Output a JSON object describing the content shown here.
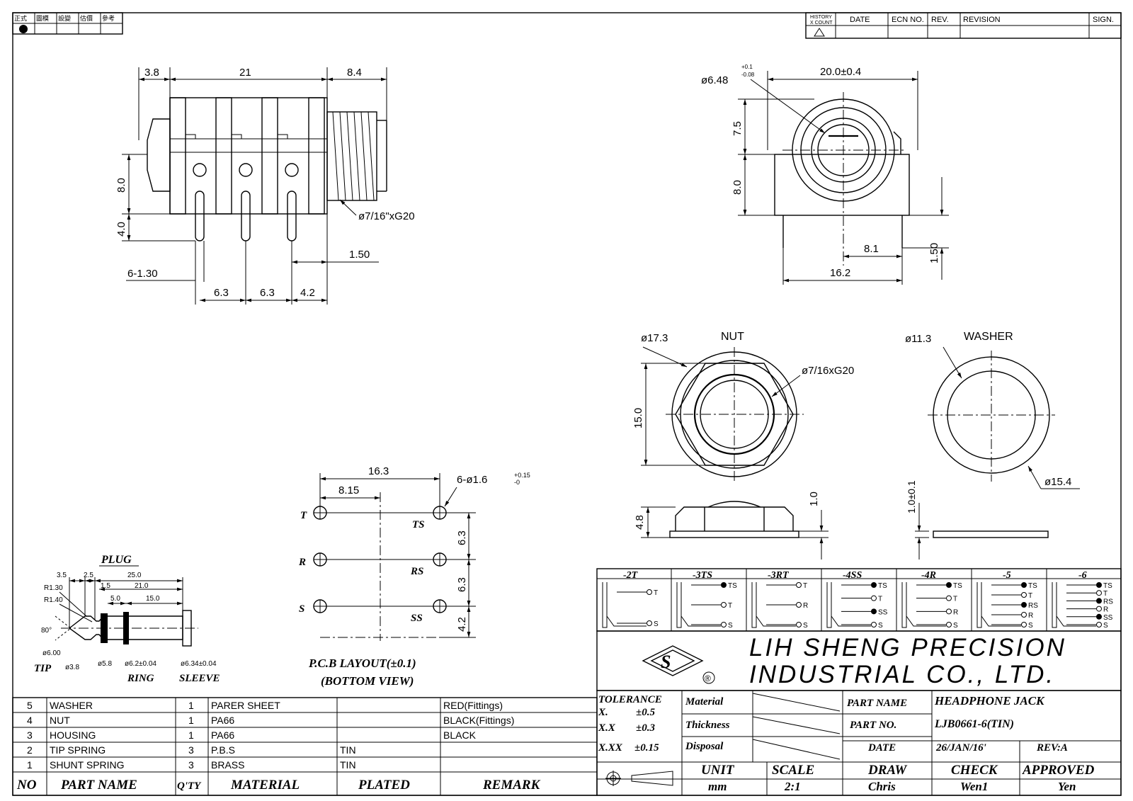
{
  "approval_stamp": [
    "正式",
    "圖模",
    "設變",
    "估價",
    "參考"
  ],
  "revision_header": {
    "history": "HISTORY",
    "xcount": "X COUNT",
    "date": "DATE",
    "ecn": "ECN NO.",
    "rev": "REV.",
    "revision": "REVISION",
    "sign": "SIGN."
  },
  "side_view": {
    "dims_top": [
      "3.8",
      "21",
      "8.4"
    ],
    "dims_left": [
      "8.0",
      "4.0"
    ],
    "thread": "ø7/16\"xG20",
    "pin_dia": "6-1.30",
    "offset": "1.50",
    "dims_bottom": [
      "6.3",
      "6.3",
      "4.2"
    ]
  },
  "front_view": {
    "bore": "ø6.48",
    "bore_tol_plus": "+0.1",
    "bore_tol_minus": "-0.08",
    "width": "20.0±0.4",
    "height_upper": "7.5",
    "height_lower": "8.0",
    "half_span": "8.1",
    "span": "16.2",
    "pin_len": "1.50"
  },
  "nut": {
    "title": "NUT",
    "dia": "ø17.3",
    "thread": "ø7/16xG20",
    "flats": "15.0",
    "thick": "4.8",
    "chamfer": "1.0"
  },
  "washer": {
    "title": "WASHER",
    "inner": "ø11.3",
    "outer": "ø15.4",
    "thick": "1.0±0.1"
  },
  "pcb": {
    "width": "16.3",
    "half": "8.15",
    "holes": "6-ø1.6",
    "holes_tol_plus": "+0.15",
    "holes_tol_minus": "-0",
    "left_labels": [
      "T",
      "R",
      "S"
    ],
    "right_labels": [
      "TS",
      "RS",
      "SS"
    ],
    "pitch": [
      "6.3",
      "6.3",
      "4.2"
    ],
    "caption1": "P.C.B LAYOUT(±0.1)",
    "caption2": "(BOTTOM VIEW)"
  },
  "plug": {
    "title": "PLUG",
    "dims": [
      "3.5",
      "2.5",
      "25.0",
      "1.5",
      "21.0",
      "5.0",
      "15.0"
    ],
    "radii": [
      "R1.30",
      "R1.40"
    ],
    "angle": "80°",
    "diameters": [
      "ø6.00",
      "ø3.8",
      "ø5.8",
      "ø6.2±0.04",
      "ø6.34±0.04"
    ],
    "parts": [
      "TIP",
      "RING",
      "SLEEVE"
    ]
  },
  "variants": [
    {
      "code": "-2T",
      "pins": [
        "T",
        "S"
      ]
    },
    {
      "code": "-3TS",
      "pins": [
        "TS",
        "T",
        "S"
      ]
    },
    {
      "code": "-3RT",
      "pins": [
        "T",
        "R",
        "S"
      ]
    },
    {
      "code": "-4SS",
      "pins": [
        "TS",
        "T",
        "SS",
        "S"
      ]
    },
    {
      "code": "-4R",
      "pins": [
        "TS",
        "T",
        "R",
        "S"
      ]
    },
    {
      "code": "-5",
      "pins": [
        "TS",
        "T",
        "RS",
        "R",
        "S"
      ]
    },
    {
      "code": "-6",
      "pins": [
        "TS",
        "T",
        "RS",
        "R",
        "SS",
        "S"
      ]
    }
  ],
  "company": {
    "line1": "LIH SHENG PRECISION",
    "line2": "INDUSTRIAL CO., LTD.",
    "registered": "®"
  },
  "title_block": {
    "tolerance_label": "TOLERANCE",
    "tolerances": [
      {
        "fmt": "X.",
        "val": "±0.5"
      },
      {
        "fmt": "X.X",
        "val": "±0.3"
      },
      {
        "fmt": "X.XX",
        "val": "±0.15"
      }
    ],
    "material": "Material",
    "thickness": "Thickness",
    "disposal": "Disposal",
    "part_name_label": "PART NAME",
    "part_name": "HEADPHONE JACK",
    "part_no_label": "PART NO.",
    "part_no": "LJB0661-6(TIN)",
    "date_label": "DATE",
    "date": "26/JAN/16'",
    "rev": "REV:A",
    "unit_label": "UNIT",
    "unit": "mm",
    "scale_label": "SCALE",
    "scale": "2:1",
    "draw_label": "DRAW",
    "draw": "Chris",
    "check_label": "CHECK",
    "check": "Wen1",
    "approved_label": "APPROVED",
    "approved": "Yen"
  },
  "bom": {
    "headers": [
      "NO",
      "PART NAME",
      "Q'TY",
      "MATERIAL",
      "PLATED",
      "REMARK"
    ],
    "rows": [
      {
        "no": "5",
        "name": "WASHER",
        "qty": "1",
        "material": "PARER SHEET",
        "plated": "",
        "remark": "RED(Fittings)"
      },
      {
        "no": "4",
        "name": "NUT",
        "qty": "1",
        "material": "PA66",
        "plated": "",
        "remark": "BLACK(Fittings)"
      },
      {
        "no": "3",
        "name": "HOUSING",
        "qty": "1",
        "material": "PA66",
        "plated": "",
        "remark": "BLACK"
      },
      {
        "no": "2",
        "name": "TIP SPRING",
        "qty": "3",
        "material": "P.B.S",
        "plated": "TIN",
        "remark": ""
      },
      {
        "no": "1",
        "name": "SHUNT SPRING",
        "qty": "3",
        "material": "BRASS",
        "plated": "TIN",
        "remark": ""
      }
    ]
  }
}
